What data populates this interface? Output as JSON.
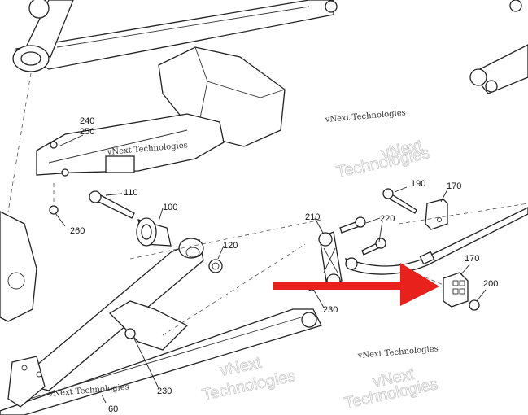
{
  "diagram": {
    "labels": {
      "l240": "240",
      "l250": "250",
      "l110": "110",
      "l100": "100",
      "l260": "260",
      "l120": "120",
      "l190": "190",
      "l170a": "170",
      "l220": "220",
      "l210": "210",
      "l170b": "170",
      "l200": "200",
      "l230a": "230",
      "l230b": "230",
      "l60": "60"
    },
    "watermark": {
      "line1": "vNext",
      "line2": "Technologies",
      "small": "vNext Technologies"
    },
    "arrow_color": "#e8211c"
  }
}
